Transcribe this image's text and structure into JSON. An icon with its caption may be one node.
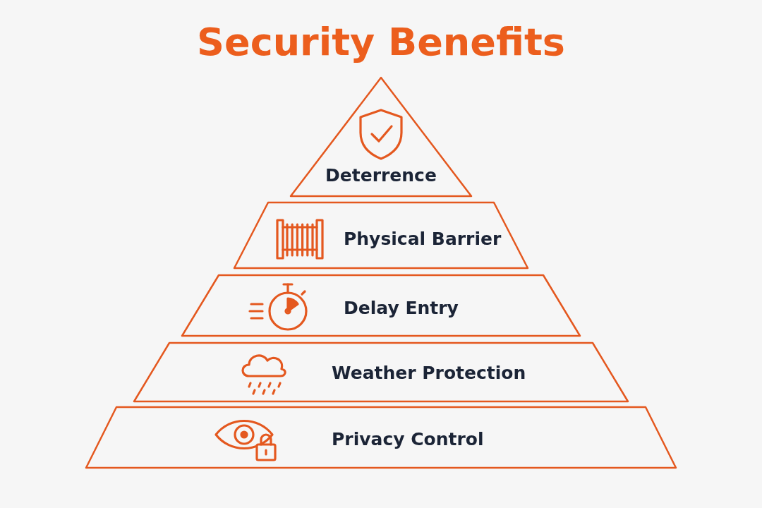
{
  "diagram": {
    "title": "Security Benefits",
    "nodes": [
      {
        "text": [
          "Deterrence"
        ]
      },
      {
        "text": [
          "Physical Barrier"
        ]
      },
      {
        "text": [
          "Delay Entry"
        ]
      },
      {
        "text": [
          "Weather Protection"
        ]
      },
      {
        "text": [
          "Privacy Control"
        ]
      }
    ]
  }
}
